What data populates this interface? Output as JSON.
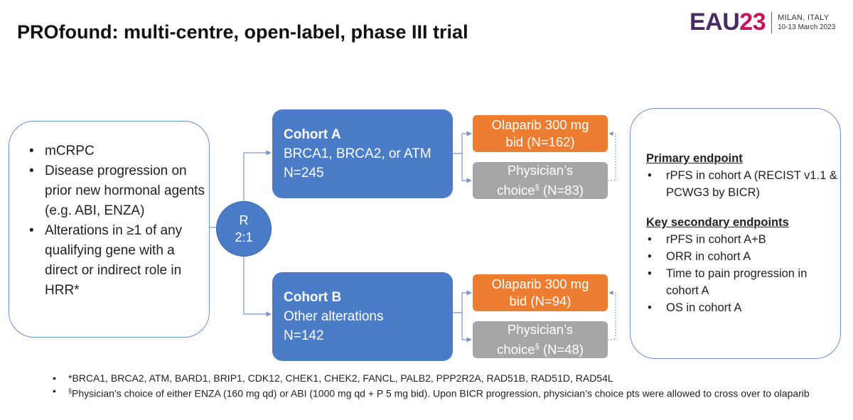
{
  "title": "PROfound: multi-centre, open-label, phase III trial",
  "logo": {
    "name_letters": "EAU",
    "name_number": "23",
    "city": "MILAN, ITALY",
    "dates": "10-13 March 2023"
  },
  "eligibility": [
    "mCRPC",
    "Disease progression on prior new hormonal agents (e.g. ABI, ENZA)",
    "Alterations in ≥1 of any qualifying gene with a direct or indirect role in HRR*"
  ],
  "randomisation": {
    "label": "R",
    "ratio": "2:1"
  },
  "cohort_a": {
    "name": "Cohort A",
    "desc": "BRCA1, BRCA2, or ATM",
    "n": "N=245"
  },
  "cohort_b": {
    "name": "Cohort B",
    "desc": "Other alterations",
    "n": "N=142"
  },
  "arms": {
    "a_olaparib": {
      "line1": "Olaparib 300 mg",
      "line2": "bid (N=162)"
    },
    "a_physician": {
      "line1": "Physician’s",
      "line2_pre": "choice",
      "sup": "§",
      "line2_post": " (N=83)"
    },
    "b_olaparib": {
      "line1": "Olaparib 300 mg",
      "line2": "bid (N=94)"
    },
    "b_physician": {
      "line1": "Physician’s",
      "line2_pre": "choice",
      "sup": "§",
      "line2_post": " (N=48)"
    }
  },
  "endpoints": {
    "primary_heading": "Primary endpoint",
    "primary": [
      "rPFS in cohort A (RECIST v1.1 & PCWG3 by BICR)"
    ],
    "secondary_heading": "Key secondary endpoints",
    "secondary": [
      "rPFS in cohort A+B",
      "ORR in cohort A",
      "Time to pain progression in cohort A",
      "OS in cohort A"
    ]
  },
  "footnotes": {
    "genes": "*BRCA1, BRCA2, ATM, BARD1, BRIP1, CDK12, CHEK1, CHEK2, FANCL, PALB2, PPP2R2A, RAD51B, RAD51D, RAD54L",
    "choice_symbol": "§",
    "choice": "Physician’s choice of either ENZA (160 mg qd) or ABI (1000 mg qd + P 5 mg bid). Upon BICR progression, physician’s choice pts were allowed to cross over to olaparib"
  },
  "colors": {
    "cohort_blue": "#4a7cc8",
    "olaparib_orange": "#ed7d31",
    "physician_grey": "#a6a6a6",
    "outline_blue": "#6f8fcf"
  }
}
